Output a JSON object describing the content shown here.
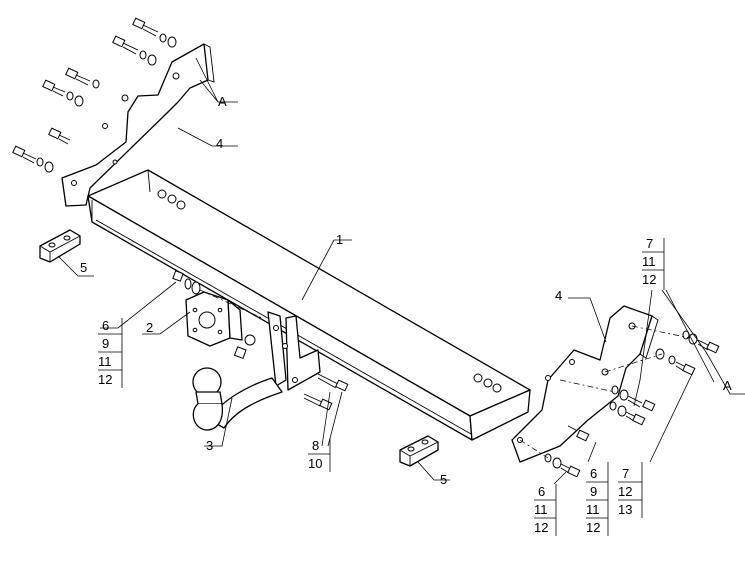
{
  "callouts": {
    "beam": "1",
    "flange_plate": "2",
    "ball_neck": "3",
    "bracket_upper": "4",
    "bracket_right": "4",
    "spacer_left": "5",
    "spacer_mid": "5",
    "fastener_set_neck": [
      "6",
      "9",
      "11",
      "12"
    ],
    "fastener_set_neck_bolts": [
      "8",
      "10"
    ],
    "fastener_set_right_top": [
      "7",
      "11",
      "12"
    ],
    "fastener_set_right_low_a": [
      "6",
      "11",
      "12"
    ],
    "fastener_set_right_low_b": [
      "6",
      "9",
      "11",
      "12"
    ],
    "fastener_set_right_low_c": [
      "7",
      "12",
      "13"
    ],
    "mount_point_upper": "A",
    "mount_point_right": "A"
  }
}
